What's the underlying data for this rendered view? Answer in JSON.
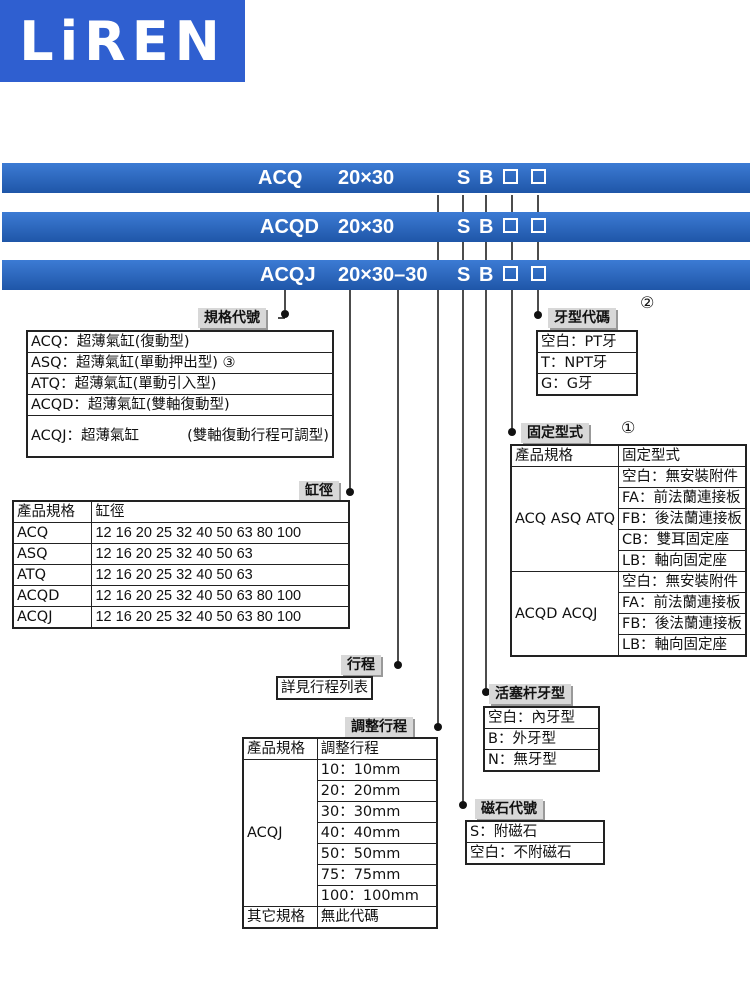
{
  "logo": "LiREN",
  "bars": [
    {
      "model": "ACQ",
      "size": "20×30",
      "magnet": "S",
      "rod": "B"
    },
    {
      "model": "ACQD",
      "size": "20×30",
      "magnet": "S",
      "rod": "B"
    },
    {
      "model": "ACQJ",
      "size": "20×30–30",
      "magnet": "S",
      "rod": "B"
    }
  ],
  "series": {
    "label": "規格代號",
    "rows": [
      "ACQ：超薄氣缸(復動型)",
      "ASQ：超薄氣缸(單動押出型) ③",
      "ATQ：超薄氣缸(單動引入型)",
      "ACQD：超薄氣缸(雙軸復動型)",
      "ACQJ：超薄氣缸\n　　　(雙軸復動行程可調型)"
    ]
  },
  "bore": {
    "label": "缸徑",
    "headers": [
      "產品規格",
      "缸徑"
    ],
    "rows": [
      [
        "ACQ",
        "12 16 20 25 32 40 50 63 80 100"
      ],
      [
        "ASQ",
        "12 16 20 25 32 40 50 63"
      ],
      [
        "ATQ",
        "12 16 20 25 32 40 50 63"
      ],
      [
        "ACQD",
        "12 16 20 25 32 40 50 63 80 100"
      ],
      [
        "ACQJ",
        "12 16 20 25 32 40 50 63 80 100"
      ]
    ]
  },
  "stroke": {
    "label": "行程",
    "note": "詳見行程列表"
  },
  "adjust": {
    "label": "調整行程",
    "headers": [
      "產品規格",
      "調整行程"
    ],
    "model": "ACQJ",
    "values": [
      "10：10mm",
      "20：20mm",
      "30：30mm",
      "40：40mm",
      "50：50mm",
      "75：75mm",
      "100：100mm"
    ],
    "other": [
      "其它規格",
      "無此代碼"
    ]
  },
  "magnet": {
    "label": "磁石代號",
    "rows": [
      "S：附磁石",
      "空白：不附磁石"
    ]
  },
  "rod": {
    "label": "活塞杆牙型",
    "rows": [
      "空白：內牙型",
      "B：外牙型",
      "N：無牙型"
    ]
  },
  "mount": {
    "label": "固定型式",
    "num": "①",
    "headers": [
      "產品規格",
      "固定型式"
    ],
    "group1": {
      "models": "ACQ\nASQ\nATQ",
      "options": [
        "空白：無安裝附件",
        "FA：前法蘭連接板",
        "FB：後法蘭連接板",
        "CB：雙耳固定座",
        "LB：軸向固定座"
      ]
    },
    "group2": {
      "models": "ACQD\nACQJ",
      "options": [
        "空白：無安裝附件",
        "FA：前法蘭連接板",
        "FB：後法蘭連接板",
        "LB：軸向固定座"
      ]
    }
  },
  "thread": {
    "label": "牙型代碼",
    "num": "②",
    "rows": [
      "空白：PT牙",
      "T：NPT牙",
      "G：G牙"
    ]
  },
  "colors": {
    "bar": "#2560b8",
    "logo_bg": "#2f5fd0",
    "label_bg": "#d8d8d8"
  }
}
